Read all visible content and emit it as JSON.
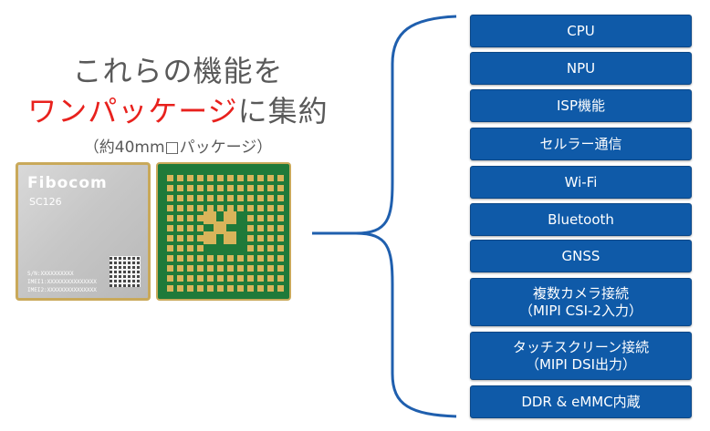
{
  "headline": {
    "line1": "これらの機能を",
    "line2_highlight": "ワンパッケージ",
    "line2_rest": "に集約",
    "sub": "（約40mm□パッケージ）"
  },
  "chip_front": {
    "brand": "Fibocom",
    "model": "SC126",
    "sn": "S/N:XXXXXXXXXX",
    "imei1": "IMEI1:XXXXXXXXXXXXXXX",
    "imei2": "IMEI2:XXXXXXXXXXXXXXX"
  },
  "items": [
    "CPU",
    "NPU",
    "ISP機能",
    "セルラー通信",
    "Wi-Fi",
    "Bluetooth",
    "GNSS",
    "複数カメラ接続\n（MIPI CSI-2入力）",
    "タッチスクリーン接続\n（MIPI DSI出力）",
    "DDR & eMMC内蔵"
  ],
  "colors": {
    "box": "#0f5aa8",
    "highlight": "#e8211d",
    "brace": "#1f5fae"
  }
}
